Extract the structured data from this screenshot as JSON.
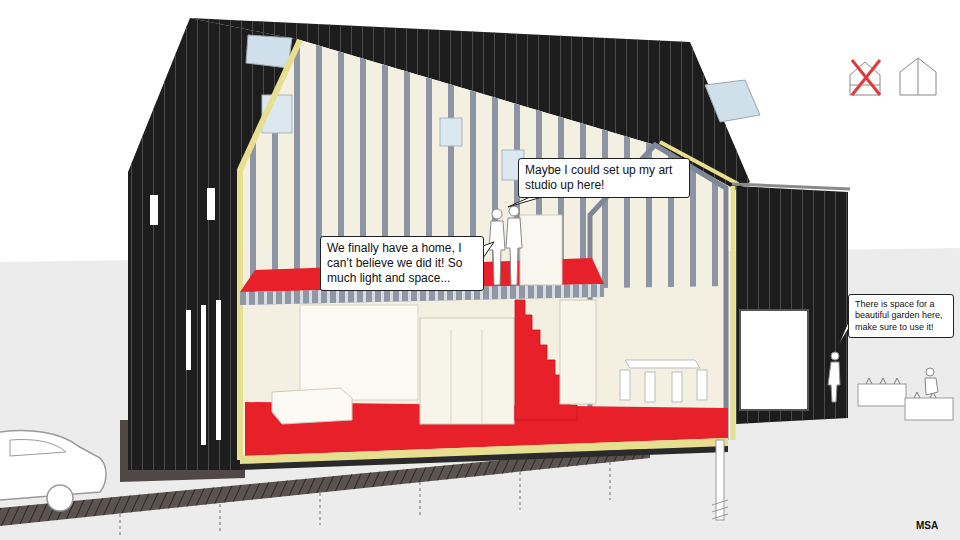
{
  "diagram": {
    "nodes": [
      {
        "text": [
          "Maybe I could set up my art studio up here!"
        ]
      },
      {
        "text": [
          "We finally have a home, I can’t believe we did it! So much light and space..."
        ]
      },
      {
        "text": [
          "There is space for a beautiful garden here, make sure to use it!"
        ]
      }
    ],
    "labels": [
      "MSA"
    ]
  }
}
